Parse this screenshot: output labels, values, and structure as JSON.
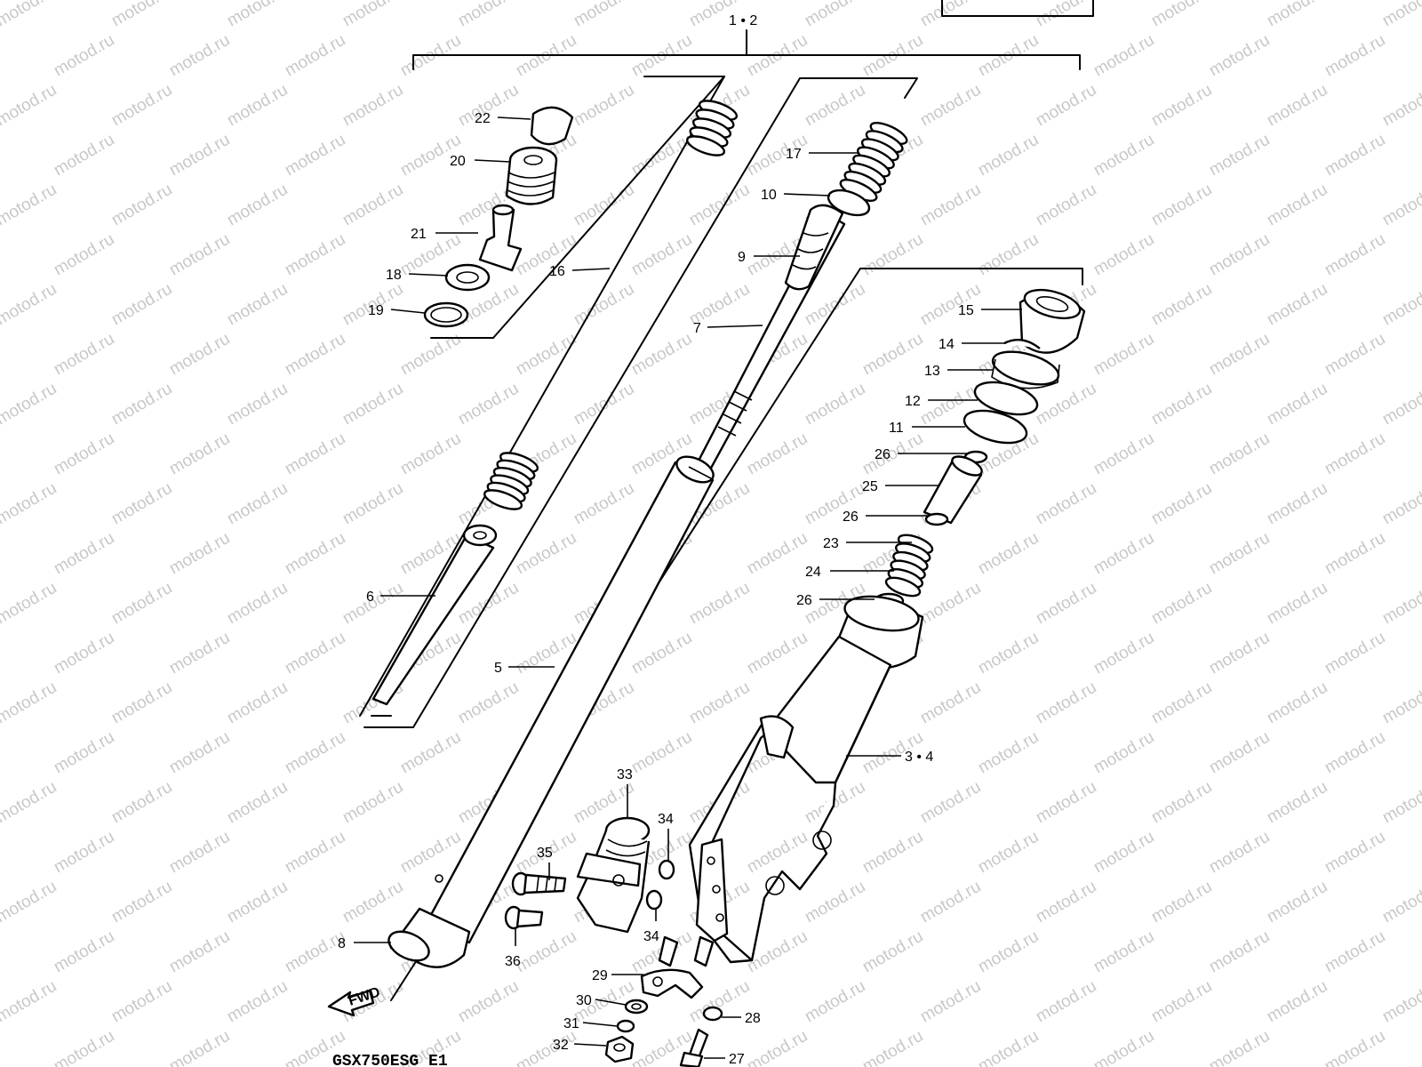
{
  "watermark": "motod.ru",
  "model_code": "GSX750ESG  E1",
  "fwd_label": "FWD",
  "labels": {
    "l1_2": "1 • 2",
    "l3_4": "3 • 4",
    "l5": "5",
    "l6": "6",
    "l7": "7",
    "l8": "8",
    "l9": "9",
    "l10": "10",
    "l11": "11",
    "l12": "12",
    "l13": "13",
    "l14": "14",
    "l15": "15",
    "l16": "16",
    "l17": "17",
    "l18": "18",
    "l19": "19",
    "l20": "20",
    "l21": "21",
    "l22": "22",
    "l23": "23",
    "l24": "24",
    "l25": "25",
    "l26a": "26",
    "l26b": "26",
    "l26c": "26",
    "l27": "27",
    "l28": "28",
    "l29": "29",
    "l30": "30",
    "l31": "31",
    "l32": "32",
    "l33": "33",
    "l34a": "34",
    "l34b": "34",
    "l35": "35",
    "l36": "36"
  }
}
